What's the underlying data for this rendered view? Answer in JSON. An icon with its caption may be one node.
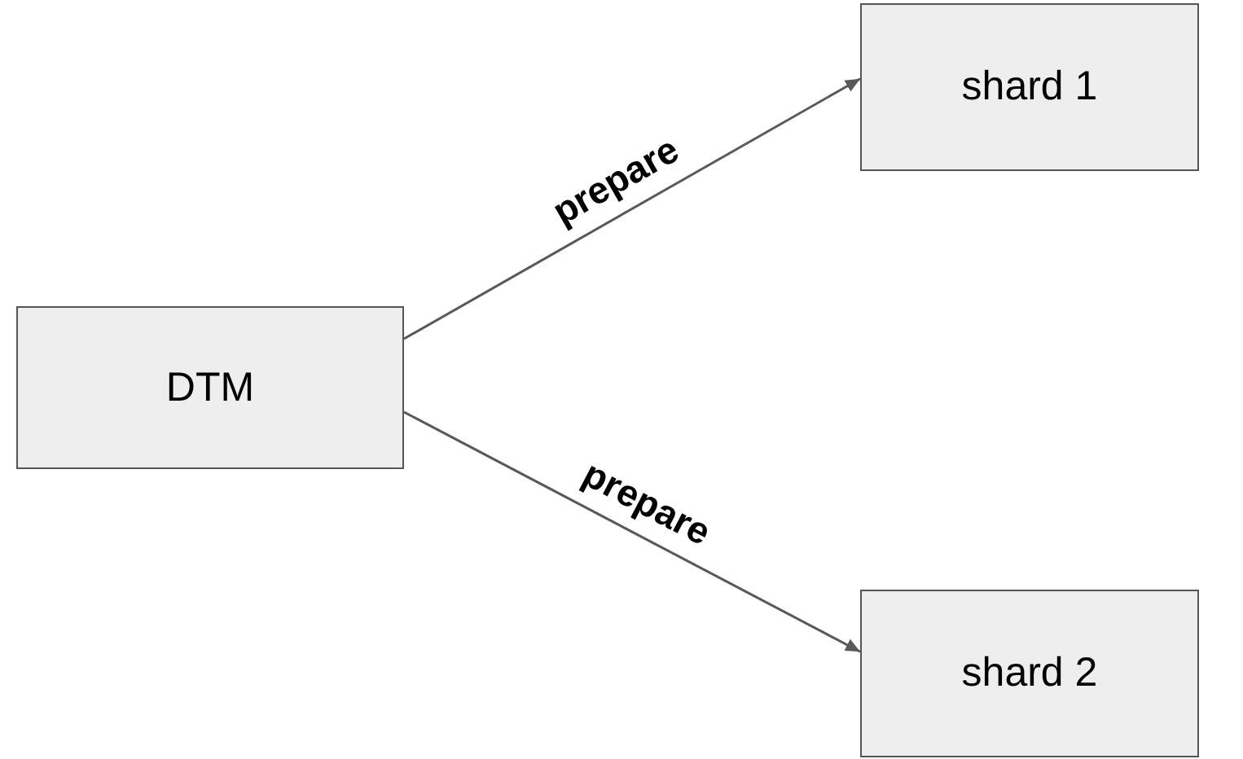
{
  "diagram": {
    "nodes": [
      {
        "text": [
          "DTM"
        ]
      },
      {
        "text": [
          "shard 1"
        ]
      },
      {
        "text": [
          "shard 2"
        ]
      }
    ],
    "edges": [
      {
        "from": 0,
        "to": 1,
        "arrow": "to",
        "label": "prepare"
      },
      {
        "from": 0,
        "to": 2,
        "arrow": "to",
        "label": "prepare"
      }
    ]
  }
}
